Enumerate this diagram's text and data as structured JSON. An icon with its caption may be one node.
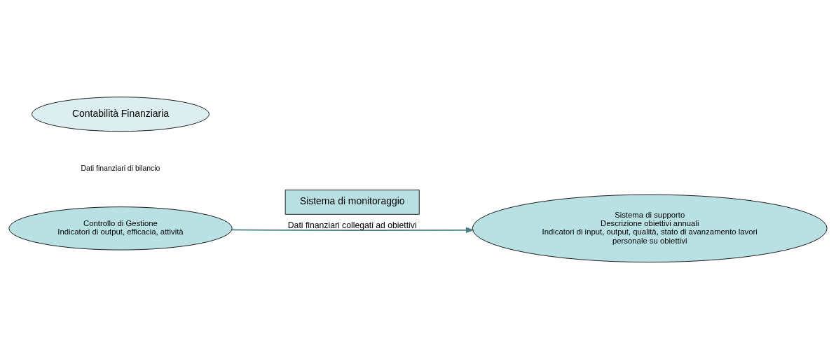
{
  "diagram": {
    "nodes": [
      {
        "text": [
          "Contabilità Finanziaria"
        ]
      },
      {
        "text": [
          "Controllo di Gestione",
          "Indicatori di output, efficacia, attività"
        ]
      },
      {
        "text": [
          "Sistema di monitoraggio"
        ]
      },
      {
        "text": [
          "Sistema di supporto",
          "Descrizione obiettivi annuali",
          "Indicatori di input, output, qualità, stato di avanzamento lavori",
          "personale su obiettivi"
        ]
      }
    ],
    "edges": [
      {
        "from": 1,
        "to": 3,
        "arrow": "to",
        "label": "Dati finanziari collegati ad obiettivi"
      }
    ],
    "labels": [
      "Dati finanziari di bilancio"
    ]
  }
}
